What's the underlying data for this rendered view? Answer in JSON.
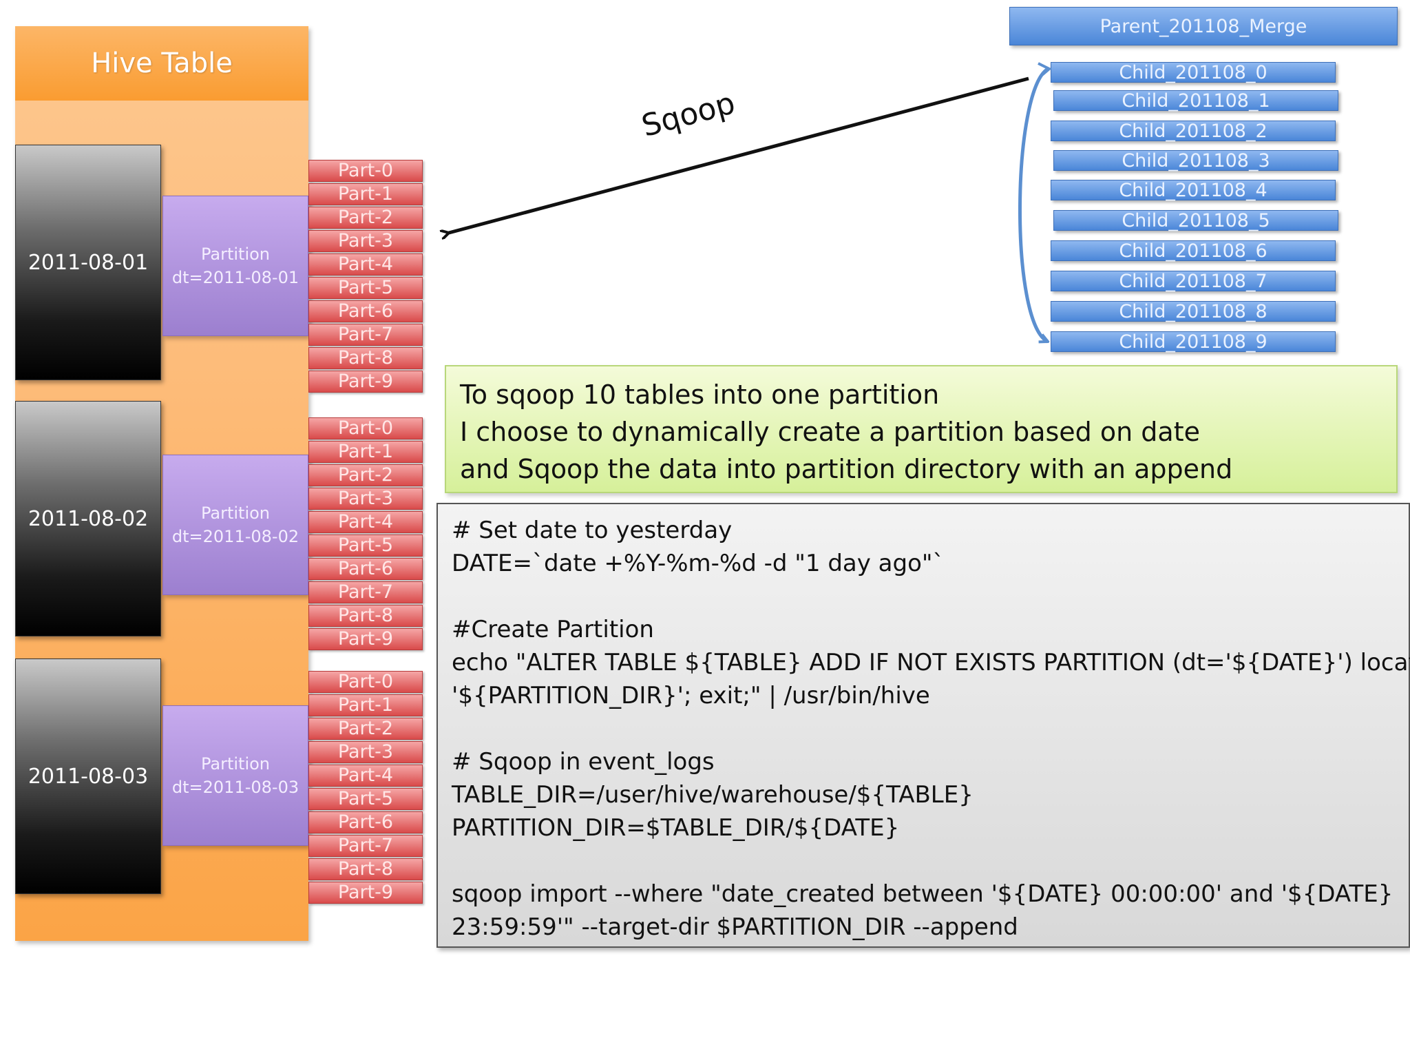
{
  "hive_table": {
    "title": "Hive Table",
    "dates": [
      {
        "label": "2011-08-01",
        "partition_title": "Partition",
        "partition_key": "dt=2011-08-01"
      },
      {
        "label": "2011-08-02",
        "partition_title": "Partition",
        "partition_key": "dt=2011-08-02"
      },
      {
        "label": "2011-08-03",
        "partition_title": "Partition",
        "partition_key": "dt=2011-08-03"
      }
    ],
    "parts": [
      "Part-0",
      "Part-1",
      "Part-2",
      "Part-3",
      "Part-4",
      "Part-5",
      "Part-6",
      "Part-7",
      "Part-8",
      "Part-9"
    ]
  },
  "source": {
    "parent": "Parent_201108_Merge",
    "children": [
      "Child_201108_0",
      "Child_201108_1",
      "Child_201108_2",
      "Child_201108_3",
      "Child_201108_4",
      "Child_201108_5",
      "Child_201108_6",
      "Child_201108_7",
      "Child_201108_8",
      "Child_201108_9"
    ]
  },
  "arrow_label": "Sqoop",
  "note": [
    "To sqoop 10 tables into one partition",
    "I choose to dynamically create a partition based on date",
    "and Sqoop the data into partition directory with an append"
  ],
  "code": [
    "# Set date to yesterday",
    "DATE=`date +%Y-%m-%d -d \"1 day ago\"`",
    "",
    "#Create Partition",
    "echo \"ALTER TABLE ${TABLE} ADD IF NOT EXISTS PARTITION (dt='${DATE}') location",
    "'${PARTITION_DIR}'; exit;\" | /usr/bin/hive",
    "",
    "# Sqoop in event_logs",
    "TABLE_DIR=/user/hive/warehouse/${TABLE}",
    "PARTITION_DIR=$TABLE_DIR/${DATE}",
    "",
    "sqoop import --where \"date_created between '${DATE} 00:00:00' and '${DATE}",
    "23:59:59'\" --target-dir $PARTITION_DIR --append"
  ]
}
